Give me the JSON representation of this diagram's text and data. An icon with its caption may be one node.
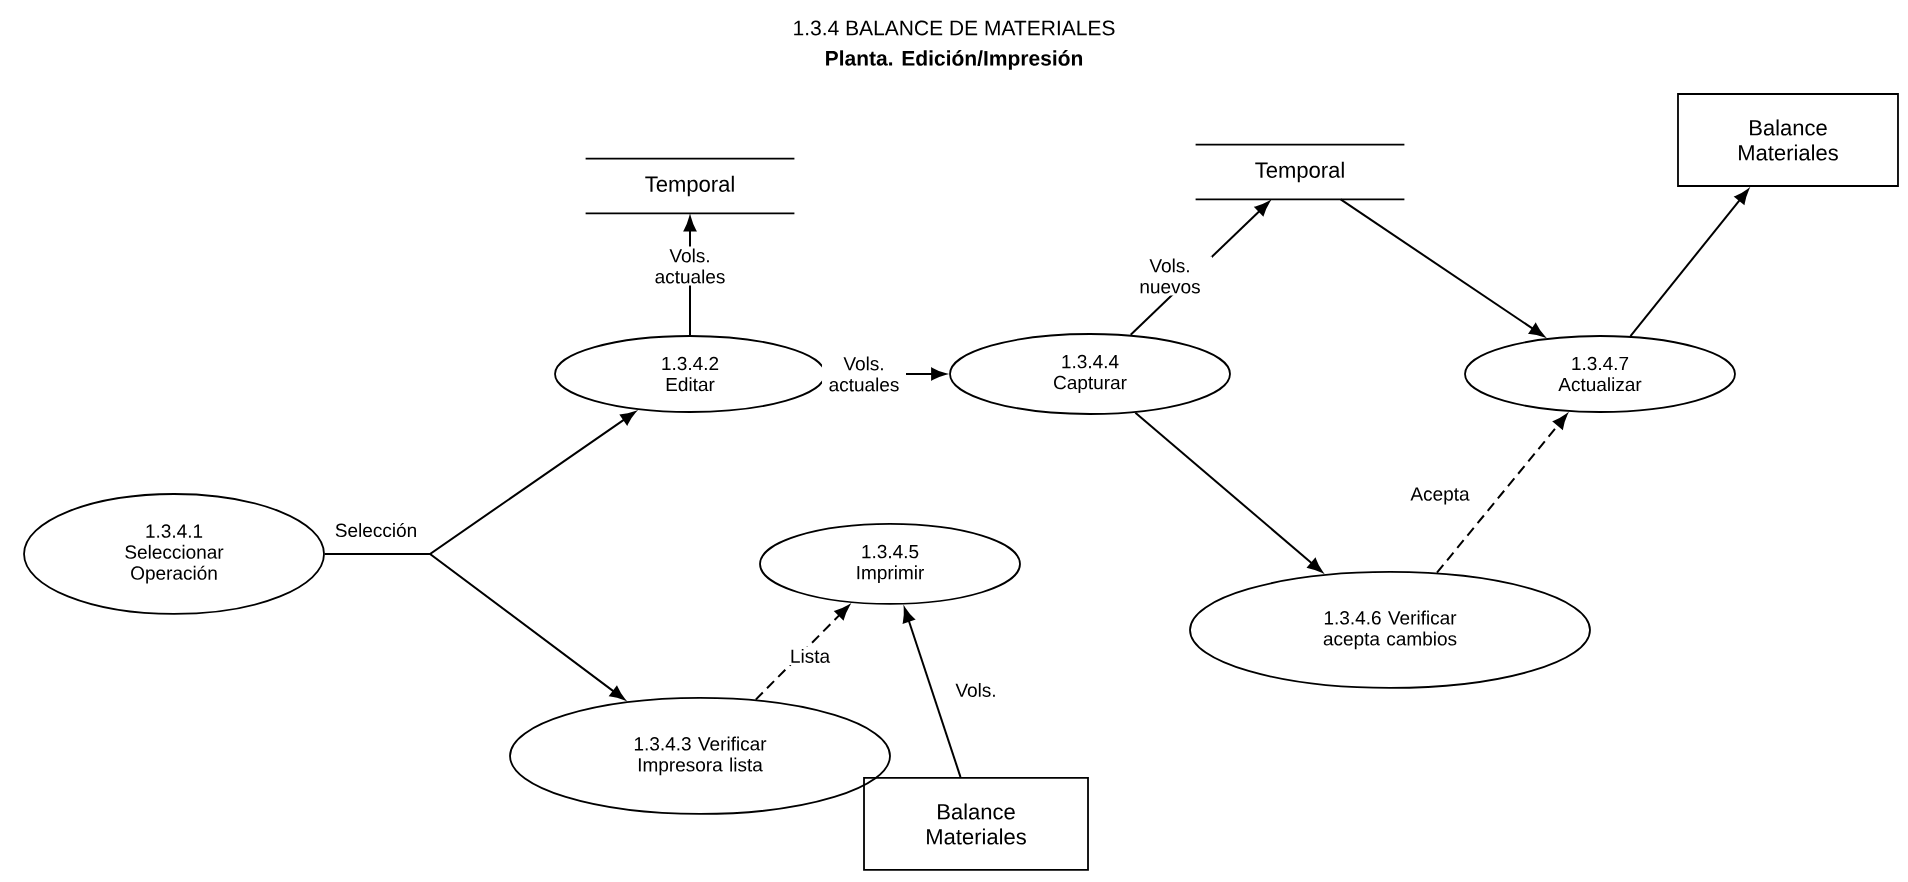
{
  "diagram": {
    "title": "1.3.4 BALANCE DE MATERIALES",
    "nodes": [
      {
        "text": [
          "1.3.4.1 Seleccionar Operación"
        ]
      },
      {
        "text": [
          "1.3.4.2 Editar"
        ]
      },
      {
        "text": [
          "Temporal"
        ]
      },
      {
        "text": [
          "1.3.4.3 Verificar Impresora lista"
        ]
      },
      {
        "text": [
          "1.3.4.5 Imprimir"
        ]
      },
      {
        "text": [
          "Balance Materiales"
        ]
      },
      {
        "text": [
          "1.3.4.4 Capturar"
        ]
      },
      {
        "text": [
          "Temporal"
        ]
      },
      {
        "text": [
          "1.3.4.6 Verificar acepta cambios"
        ]
      },
      {
        "text": [
          "1.3.4.7 Actualizar"
        ]
      },
      {
        "text": [
          "Balance Materiales"
        ]
      }
    ],
    "edges": [
      {
        "from": 0,
        "to": 1,
        "arrow": "to",
        "label": "Selección"
      },
      {
        "from": 0,
        "to": 3,
        "arrow": "to"
      },
      {
        "from": 1,
        "to": 2,
        "arrow": "to",
        "label": "Vols. actuales"
      },
      {
        "from": 1,
        "to": 6,
        "arrow": "to",
        "label": "Vols. actuales"
      },
      {
        "from": 6,
        "to": 7,
        "arrow": "to",
        "label": "Vols. nuevos"
      },
      {
        "from": 7,
        "to": 9,
        "arrow": "to"
      },
      {
        "from": 9,
        "to": 10,
        "arrow": "to"
      },
      {
        "from": 6,
        "to": 8,
        "arrow": "to"
      },
      {
        "from": 8,
        "to": 9,
        "arrow": "to",
        "label": "Acepta",
        "style": "dashed"
      },
      {
        "from": 3,
        "to": 4,
        "arrow": "to",
        "label": "Lista",
        "style": "dashed"
      },
      {
        "from": 5,
        "to": 4,
        "arrow": "to",
        "label": "Vols."
      }
    ],
    "labels": [
      "Planta. Edición/Impresión"
    ]
  }
}
